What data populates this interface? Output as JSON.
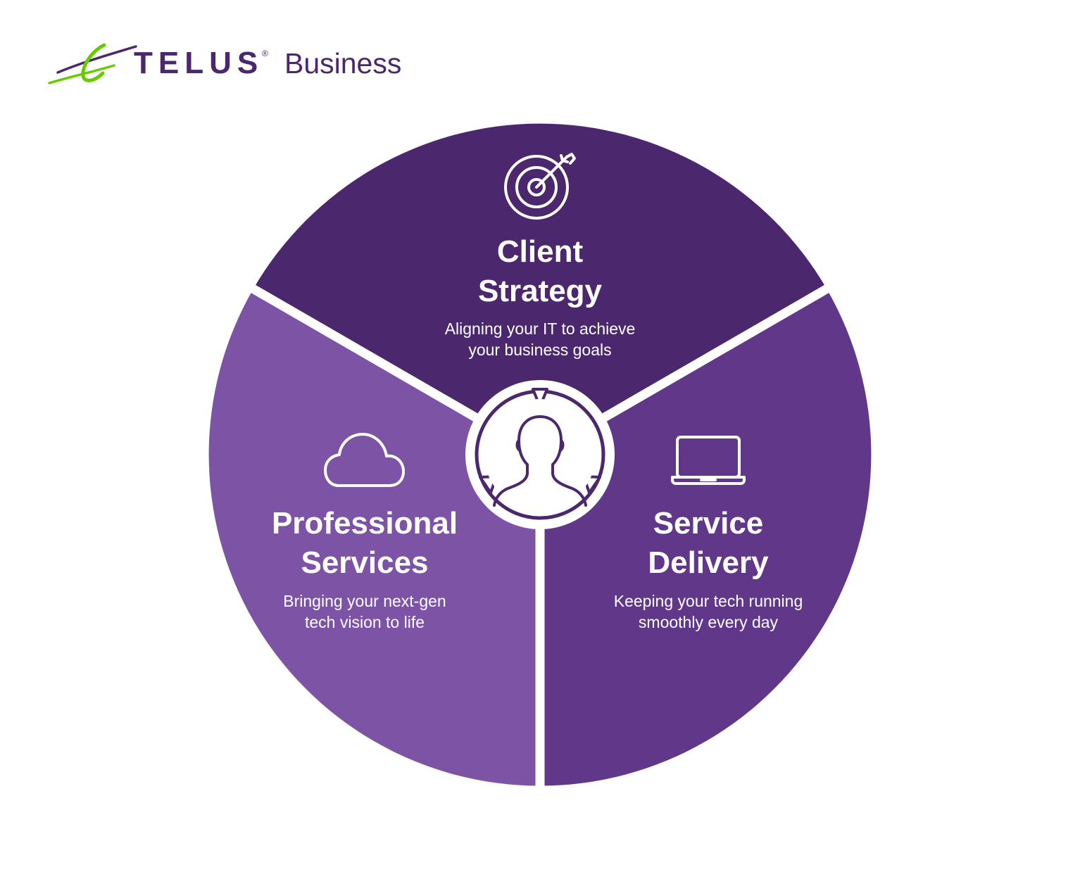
{
  "brand": {
    "name": "TELUS",
    "registered": "®",
    "division": "Business",
    "logo_icon": "telus-swoosh-icon",
    "colors": {
      "purple": "#4b286d",
      "green": "#66cc00"
    }
  },
  "diagram": {
    "colors": {
      "top_segment": "#4b286d",
      "left_segment": "#7c53a5",
      "right_segment": "#613889",
      "separator": "#ffffff",
      "hub": "#4b286d"
    },
    "hub_icon": "person-avatar-icon",
    "segments": [
      {
        "id": "client-strategy",
        "title_lines": [
          "Client",
          "Strategy"
        ],
        "description_lines": [
          "Aligning your IT to achieve",
          "your business goals"
        ],
        "icon": "target-arrow-icon"
      },
      {
        "id": "professional-services",
        "title_lines": [
          "Professional",
          "Services"
        ],
        "description_lines": [
          "Bringing your next-gen",
          "tech vision to life"
        ],
        "icon": "cloud-icon"
      },
      {
        "id": "service-delivery",
        "title_lines": [
          "Service",
          "Delivery"
        ],
        "description_lines": [
          "Keeping your tech running",
          "smoothly every day"
        ],
        "icon": "laptop-icon"
      }
    ]
  }
}
